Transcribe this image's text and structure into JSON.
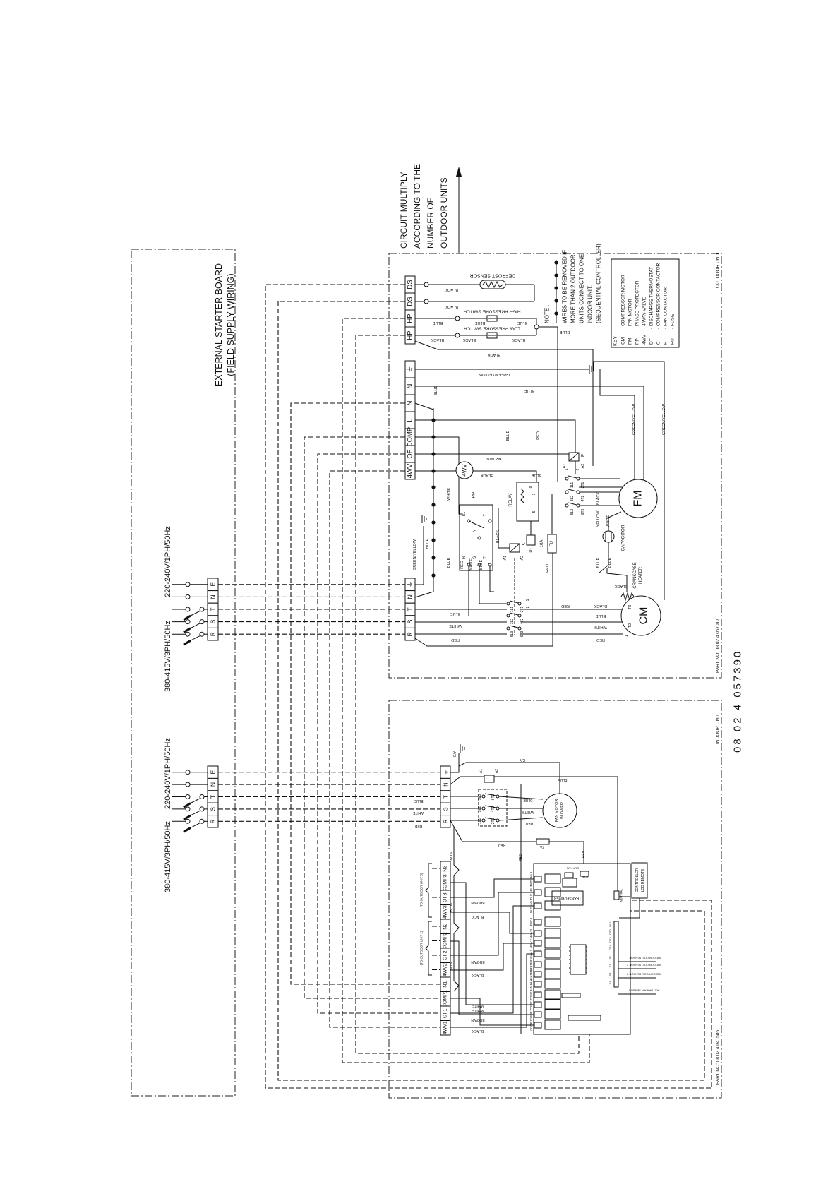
{
  "drawing_number": "08 02 4 057390",
  "starter_board": {
    "title": "EXTERNAL STARTER BOARD",
    "subtitle": "(FIELD SUPPLY WIRING)"
  },
  "supply_outdoor": {
    "single_phase": "220-240V/1PH/50Hz",
    "three_phase": "380-415V/3PH/50Hz",
    "terminals": [
      "E",
      "N",
      "T",
      "S",
      "R"
    ]
  },
  "supply_indoor": {
    "single_phase": "220-240V/1PH/50Hz",
    "three_phase": "380-415V/3PH/50Hz",
    "terminals": [
      "E",
      "N",
      "T",
      "S",
      "R"
    ]
  },
  "circuit_note": [
    "CIRCUIT MULTIPLY",
    "ACCORDING TO THE",
    "NUMBER OF",
    "OUTDOOR UNITS"
  ],
  "outdoor": {
    "label": "OUTDOOR UNIT",
    "part_no": "PART NO: 08 02 4 057017",
    "sensor_terminals": [
      "DS",
      "DS",
      "HP",
      "HP"
    ],
    "control_terminals": [
      "⏚",
      "N",
      "N",
      "L",
      "COMP",
      "OF",
      "4WV"
    ],
    "power_terminals": [
      "⏚",
      "N",
      "T",
      "S",
      "R"
    ],
    "components": {
      "compressor": "CM",
      "fan_motor": "FM",
      "four_way_valve": "4WV",
      "phase_protector": "PP",
      "relay": "RELAY",
      "contactor_c": "C",
      "contactor_f": "F",
      "fuse": "FU",
      "fuse_rating": "10A",
      "capacitor": "CAPACITOR",
      "crankcase": "CRANKCASE",
      "heater": "HEATER",
      "defrost_sensor": "DEFROST SENSOR",
      "high_pressure_switch": "HIGH PRESSURE SWITCH",
      "low_pressure_switch": "LOW PRESSURE SWITCH",
      "discharge_thermostat": "DT"
    },
    "terminal_marks": [
      "81",
      "71",
      "N",
      "R",
      "S",
      "T",
      "A1",
      "A2",
      "1L1",
      "3L2",
      "5L3",
      "2T1",
      "4T2",
      "6T3",
      "1",
      "2",
      "A1",
      "A2",
      "1L1",
      "3L2",
      "5L3",
      "2T1",
      "4T2",
      "6T3",
      "1",
      "2",
      "T1",
      "T2",
      "T3",
      "8",
      "5",
      "1"
    ],
    "note": {
      "title": "NOTE :",
      "lines": [
        "WIRES TO BE REMOVED IF",
        "MORE THAN 2 OUTDOOR",
        "UNITS CONNECT TO ONE",
        "INDOOR UNIT.",
        "(SEQUENTIAL CONTROLLER)"
      ]
    },
    "key": {
      "title": "KEY",
      "items": [
        {
          "code": "CM",
          "desc": "- COMPRESSOR MOTOR"
        },
        {
          "code": "FM",
          "desc": "- FAN MOTOR"
        },
        {
          "code": "PP",
          "desc": "- PHASE PROTECTOR"
        },
        {
          "code": "4WV",
          "desc": "- 4 WAY VALVE"
        },
        {
          "code": "DT",
          "desc": "- DISCHARGE THERMOSTAT"
        },
        {
          "code": "C",
          "desc": "- COMPRESSOR CONTACTOR"
        },
        {
          "code": "F",
          "desc": "- FAN CONTACTOR"
        },
        {
          "code": "FU",
          "desc": "- FUSE"
        }
      ]
    },
    "wire_labels": [
      "BLACK",
      "BLACK",
      "BLUE",
      "BLUE",
      "BLUE",
      "BLACK",
      "BLACK",
      "BLACK",
      "BLACK",
      "BLUE",
      "GREEN/YELLOW",
      "BLUE",
      "BROWN",
      "BLACK",
      "BLUE",
      "BLUE",
      "WHITE",
      "GREEN/YELLOW",
      "BLUE",
      "BLUE",
      "RED",
      "WHITE",
      "BLUE",
      "BLACK",
      "BLUE",
      "RED",
      "RED",
      "GREEN/YELLOW",
      "GREEN/YELLOW",
      "BLACK",
      "YELLOW",
      "WHITE",
      "BLUE",
      "BLUE",
      "BLACK",
      "BLUE",
      "WHITE",
      "RED",
      "RED",
      "BLACK",
      "BLUE",
      "WHITE",
      "RED"
    ]
  },
  "indoor": {
    "label": "INDOOR UNIT",
    "part_no": "PART NO: 08 02 4 041586",
    "power_terminals": [
      "⏚",
      "N",
      "T",
      "S",
      "R"
    ],
    "outdoor_terminals": [
      "N3",
      "COMP3",
      "OF3",
      "4WV3",
      "N2",
      "COMP2",
      "OF2",
      "4WV2",
      "N1",
      "COMP1",
      "OF1",
      "4WV1"
    ],
    "group_labels": [
      "(TO OUTDOOR UNIT 3)",
      "(TO OUTDOOR UNIT 2)"
    ],
    "fan_motor": [
      "FAN MOTOR",
      "BLOWER"
    ],
    "controller": [
      "CONTROLLER",
      "LCD REMOTE"
    ],
    "contactor_marks": [
      "A1",
      "A2",
      "1L1",
      "3L2",
      "5L3",
      "2T1",
      "4T2",
      "6T3"
    ],
    "pcb_labels": [
      "OUT FAN 3",
      "OUT FAN 2",
      "OUT FAN 1",
      "4WV 4",
      "4WV 3",
      "4WV 2",
      "4WV 1",
      "HEATER 2",
      "HEATER 1",
      "IN FAN",
      "COMP 4",
      "COMP 3",
      "COMP 2",
      "COMP 1",
      "OUT FAN 4",
      "LIVE",
      "NEUTRAL",
      "TRANSFORMER",
      "INDOOR COIL SENSOR 1",
      "INDOOR COIL SENSOR 2",
      "INDOOR COIL SENSOR 3",
      "RETURN AIR SENSOR",
      "DS1",
      "DS2",
      "DS3",
      "DS4",
      "S1",
      "S2",
      "S3",
      "S4"
    ],
    "wire_labels": [
      "BLUE",
      "WHITE",
      "RED",
      "BLUE",
      "WHITE",
      "RED",
      "RED",
      "7A",
      "RED",
      "RED",
      "BLUE",
      "BROWN",
      "BLACK",
      "BLUE",
      "BROWN",
      "BLACK",
      "BLUE",
      "WHITE",
      "WHITE",
      "BROWN",
      "BLACK",
      "BLUE",
      "G/Y",
      "G/Y"
    ]
  }
}
